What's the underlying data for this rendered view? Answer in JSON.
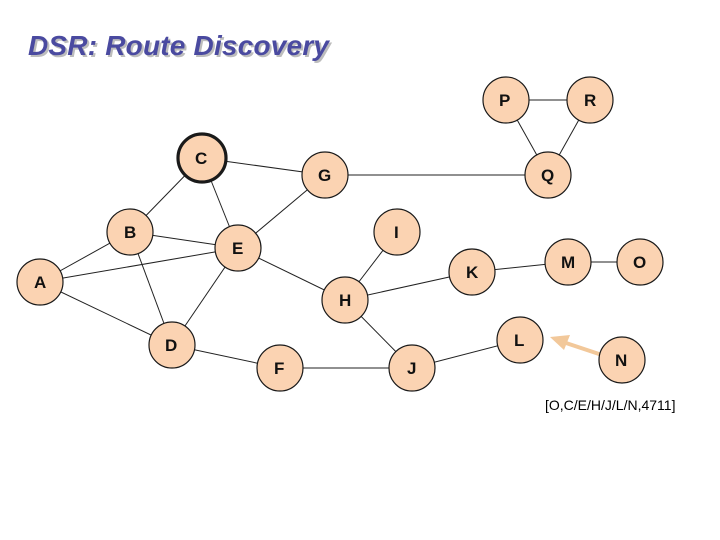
{
  "title": "DSR: Route Discovery",
  "nodes": {
    "P": "P",
    "R": "R",
    "C": "C",
    "G": "G",
    "Q": "Q",
    "B": "B",
    "I": "I",
    "E": "E",
    "K": "K",
    "M": "M",
    "O": "O",
    "A": "A",
    "H": "H",
    "D": "D",
    "L": "L",
    "F": "F",
    "J": "J",
    "N": "N"
  },
  "source_node": "C",
  "edges": [
    [
      "P",
      "R"
    ],
    [
      "P",
      "Q"
    ],
    [
      "R",
      "Q"
    ],
    [
      "C",
      "G"
    ],
    [
      "C",
      "B"
    ],
    [
      "C",
      "E"
    ],
    [
      "G",
      "Q"
    ],
    [
      "G",
      "E"
    ],
    [
      "B",
      "A"
    ],
    [
      "B",
      "E"
    ],
    [
      "B",
      "D"
    ],
    [
      "E",
      "A"
    ],
    [
      "E",
      "H"
    ],
    [
      "E",
      "D"
    ],
    [
      "I",
      "H"
    ],
    [
      "A",
      "D"
    ],
    [
      "H",
      "K"
    ],
    [
      "H",
      "J"
    ],
    [
      "K",
      "M"
    ],
    [
      "M",
      "O"
    ],
    [
      "D",
      "F"
    ],
    [
      "F",
      "J"
    ],
    [
      "J",
      "L"
    ]
  ],
  "arrow": [
    "N",
    "L"
  ],
  "route_record": "[O,C/E/H/J/L/N,4711]",
  "colors": {
    "node_fill": "#fbd3b2",
    "title": "#4a4aa0",
    "arrow": "#f2c89a"
  }
}
